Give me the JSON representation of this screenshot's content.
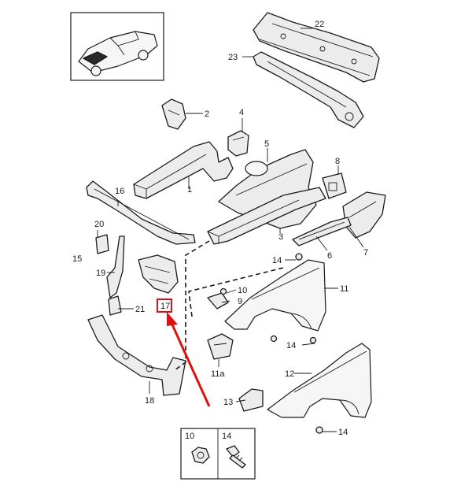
{
  "callouts": {
    "c1": "1",
    "c2": "2",
    "c3": "3",
    "c4": "4",
    "c5": "5",
    "c6": "6",
    "c7": "7",
    "c8": "8",
    "c9": "9",
    "c10": "10",
    "c11": "11",
    "c11a": "11a",
    "c12": "12",
    "c13": "13",
    "c14a": "14",
    "c14b": "14",
    "c14c": "14",
    "c15": "15",
    "c16": "16",
    "c17": "17",
    "c18": "18",
    "c19": "19",
    "c20": "20",
    "c21": "21",
    "c22": "22",
    "c23": "23"
  },
  "legend": {
    "label_10": "10",
    "label_14": "14"
  },
  "highlight": {
    "part": "17",
    "color": "#e01010"
  }
}
